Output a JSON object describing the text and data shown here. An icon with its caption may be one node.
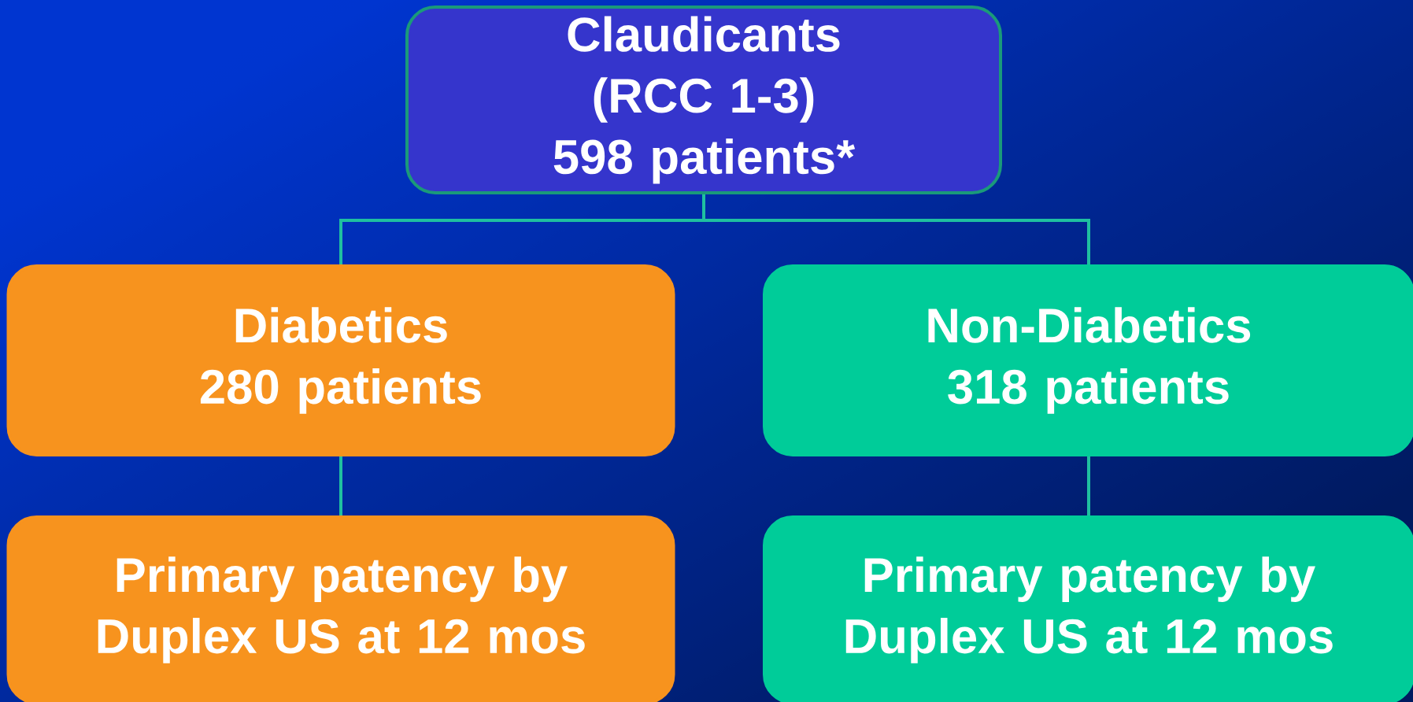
{
  "diagram": {
    "nodes": [
      {
        "text": [
          "Claudicants",
          "(RCC 1-3)",
          "598 patients*"
        ]
      },
      {
        "text": [
          "Diabetics",
          "280 patients"
        ]
      },
      {
        "text": [
          "Non-Diabetics",
          "318 patients"
        ]
      },
      {
        "text": [
          "Primary patency by Duplex US at 12 mos"
        ]
      },
      {
        "text": [
          "Primary patency by Duplex US at 12 mos"
        ]
      }
    ],
    "edges": [
      {
        "from": 0,
        "to": 1,
        "arrow": "none"
      },
      {
        "from": 0,
        "to": 2,
        "arrow": "none"
      },
      {
        "from": 1,
        "to": 3,
        "arrow": "none"
      },
      {
        "from": 2,
        "to": 4,
        "arrow": "none"
      }
    ]
  }
}
